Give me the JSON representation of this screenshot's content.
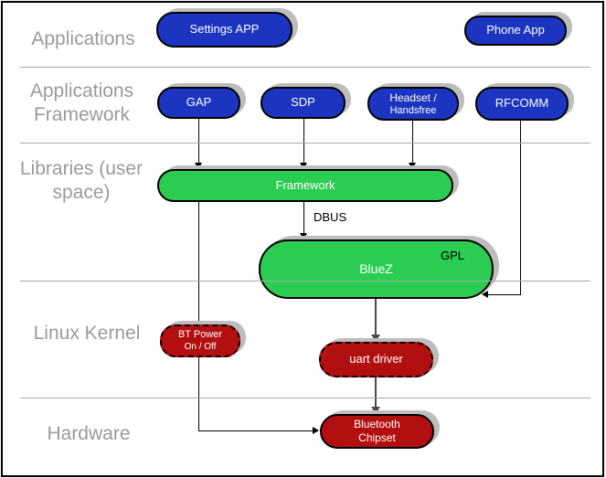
{
  "diagram": {
    "layers": [
      {
        "label": "Applications"
      },
      {
        "label": "Applications Framework"
      },
      {
        "label": "Libraries (user space)"
      },
      {
        "label": "Linux Kernel"
      },
      {
        "label": "Hardware"
      }
    ],
    "nodes": {
      "settings_app": {
        "label": "Settings APP"
      },
      "phone_app": {
        "label": "Phone App"
      },
      "gap": {
        "label": "GAP"
      },
      "sdp": {
        "label": "SDP"
      },
      "headset": {
        "line1": "Headset /",
        "line2": "Handsfree"
      },
      "rfcomm": {
        "label": "RFCOMM"
      },
      "framework": {
        "label": "Framework"
      },
      "bluez": {
        "label": "BlueZ",
        "license_badge": "GPL"
      },
      "bt_power": {
        "line1": "BT Power",
        "line2": "On / Off"
      },
      "uart_driver": {
        "label": "uart driver"
      },
      "bt_chipset": {
        "line1": "Bluetooth",
        "line2": "Chipset"
      }
    },
    "edges": {
      "dbus_label": "DBUS"
    },
    "colors": {
      "app-node": "#1b35c1",
      "lib-node": "#2bcc52",
      "kernel-node": "#b21010",
      "node-border": "#000000",
      "layer-label": "#9a9a9a",
      "divider": "#a8a8a8",
      "shadow": "#bdbdbd",
      "line": "#000000",
      "thick-line": "#4a4a4a"
    }
  }
}
